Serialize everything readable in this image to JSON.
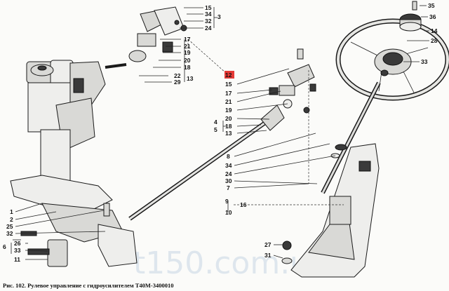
{
  "caption": "Рис. 102. Рулевое управление с гидроусилителем Т40М-3400010",
  "watermark": "t150.com.ua",
  "highlight_color": "#e53935",
  "labels": {
    "n35": "35",
    "n36": "36",
    "n14": "14",
    "n28": "28",
    "n33w": "33",
    "t15": "15",
    "t34": "34",
    "t32": "32",
    "t24": "24",
    "t3": "3",
    "t17": "17",
    "t21": "21",
    "t19": "19",
    "t20": "20",
    "t18": "18",
    "t22": "22",
    "t29": "29",
    "t13": "13",
    "m12": "12",
    "m15": "15",
    "m17": "17",
    "m21": "21",
    "m19": "19",
    "m20": "20",
    "m18": "18",
    "m13": "13",
    "m4": "4",
    "m5": "5",
    "m8": "8",
    "m34": "34",
    "m24": "24",
    "m30": "30",
    "m7": "7",
    "m9": "9",
    "m16": "16",
    "m10": "10",
    "l1": "1",
    "l2": "2",
    "l25": "25",
    "l32": "32",
    "l6": "6",
    "l26": "26",
    "l33": "33",
    "l11": "11",
    "r27": "27",
    "r31": "31"
  }
}
